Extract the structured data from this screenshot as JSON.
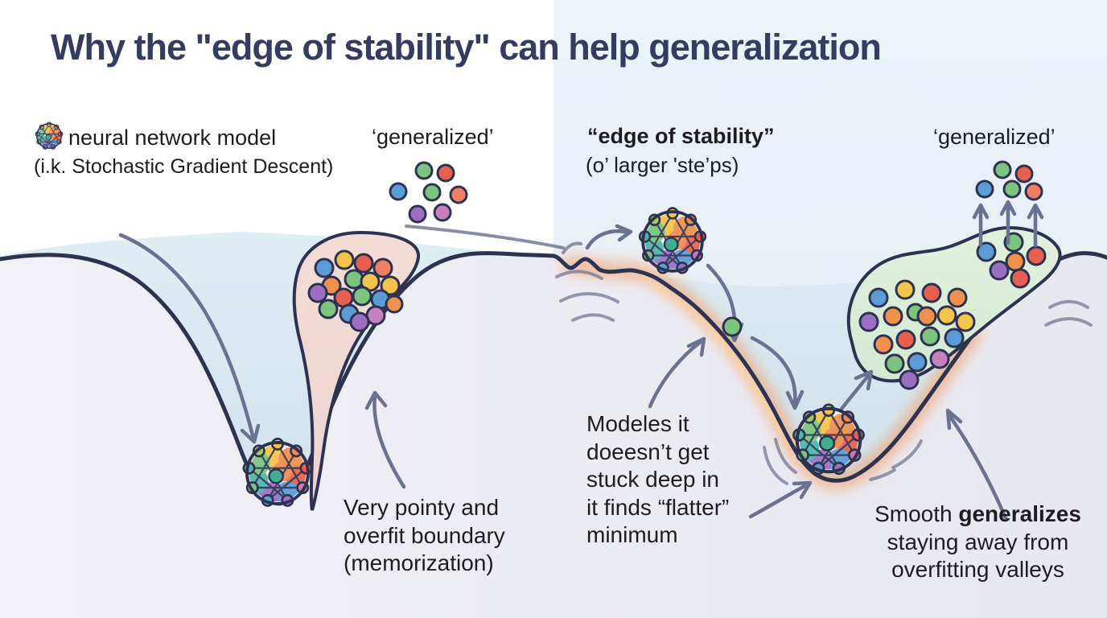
{
  "title": "Why the \"edge of stability\" can help generalization",
  "left_panel": {
    "model_label": "neural network model",
    "model_sublabel": "(i.k. Stochastic Gradient Descent)",
    "generalized_label": "‘generalized’",
    "caption_lines": [
      "Very pointy and",
      "overfit boundary",
      "(memorization)"
    ]
  },
  "right_panel": {
    "eos_label": "“edge of stability”",
    "eos_sublabel": "(o’ larger 'ste’ps)",
    "generalized_label": "‘generalized’",
    "caption_lines": [
      "Modeles it",
      "doeesn’t get",
      "stuck deep in",
      "it finds “flatter”",
      "minimum"
    ],
    "smooth_prefix": "Smooth",
    "smooth_bold": "generalizes",
    "smooth_lines": [
      "staying away from",
      "overfitting valleys"
    ]
  },
  "icons": {
    "neural_network_icon": "colorful network-graph ball",
    "descent_arrow_icon": "curved gray arrow",
    "bounce_arrow_icon": "small arc arrow",
    "up_arrow_icon": "↑",
    "motion_lines_icon": "short speed arcs"
  },
  "colors": {
    "background_left": "#ffffff",
    "background_right": "#e9f0f7",
    "terrain_line": "#2d3250",
    "terrain_fill": "#efeef5",
    "valley_wash": "#d5e5ef",
    "edge_glow": "#f59a5e",
    "teardrop_fill": "#f2d9d5",
    "blob_fill": "#ddeeda",
    "arrow": "#6b7190",
    "title_text": "#343d60",
    "body_text": "#1d1d1f",
    "dot_palette": {
      "blue": "#5b9cd6",
      "green": "#7cc47f",
      "red": "#e8604f",
      "orange": "#f0914e",
      "yellow": "#f4c54a",
      "purple": "#9d6fc3",
      "magenta": "#c77fc0",
      "teal": "#4db6ac",
      "salmon": "#f08064"
    }
  }
}
